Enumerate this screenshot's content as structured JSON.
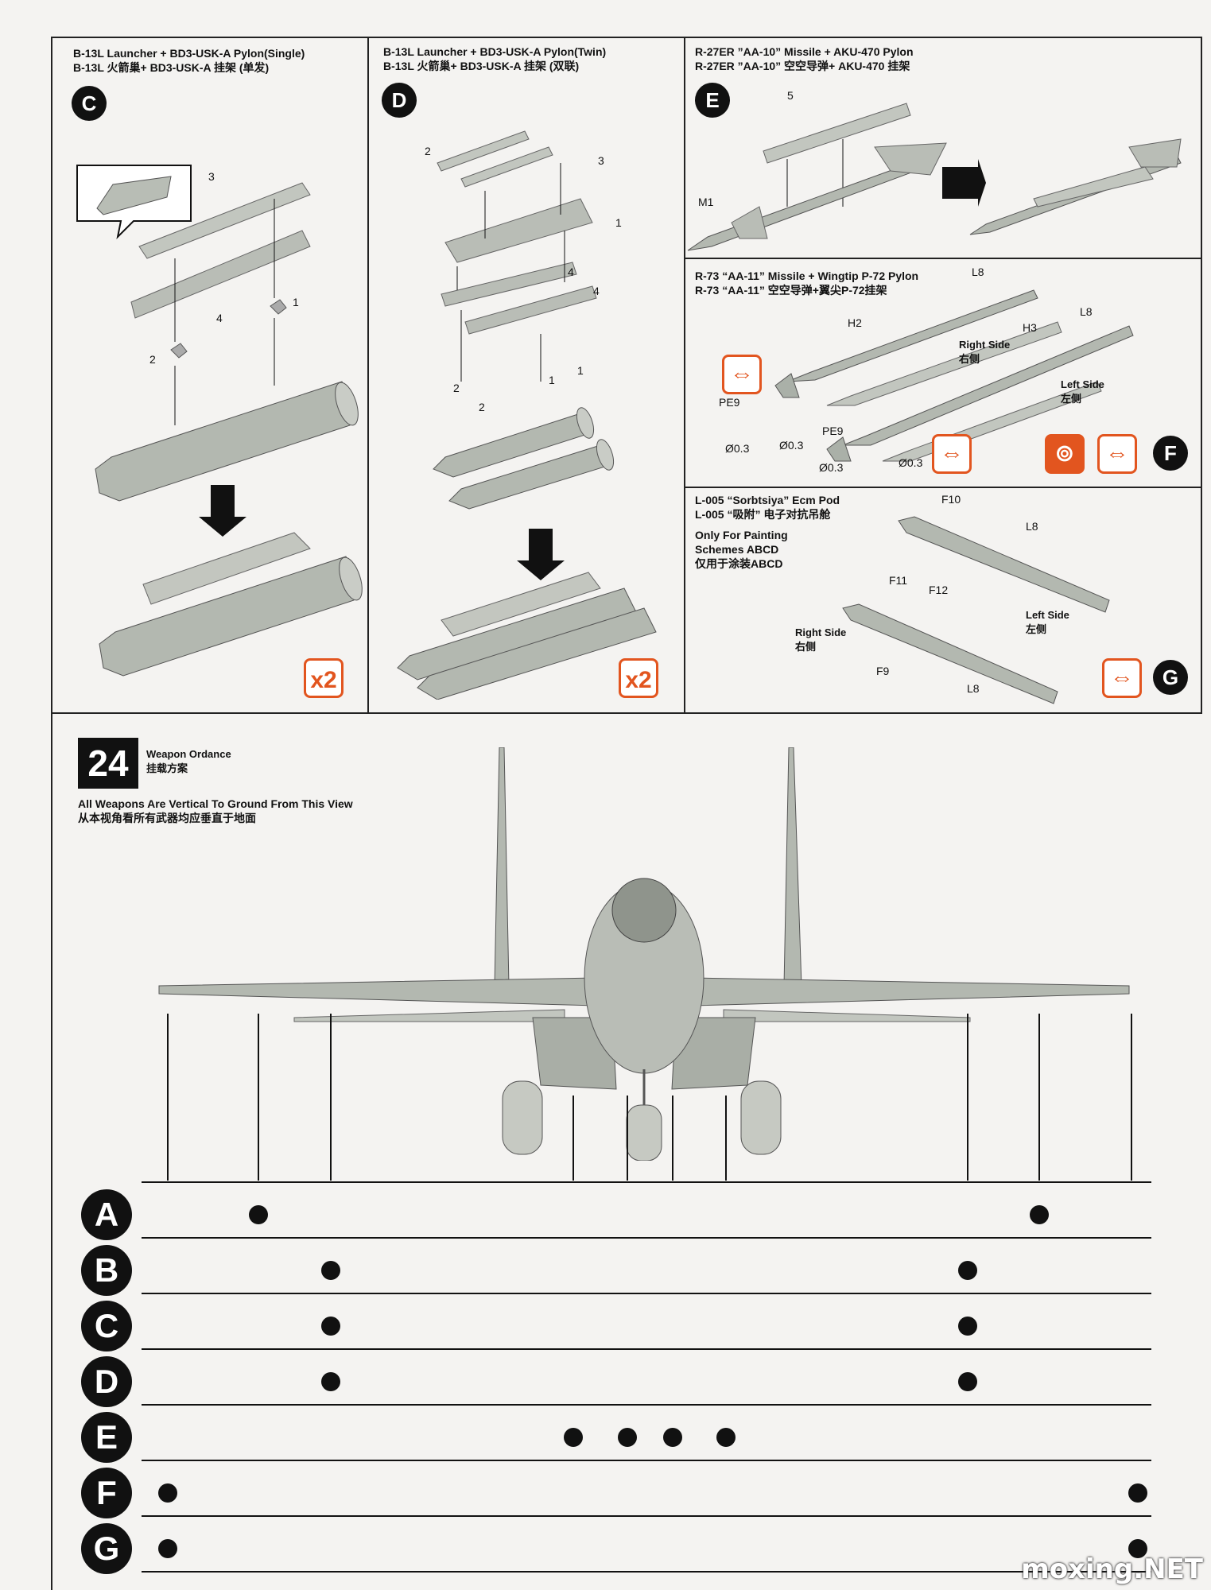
{
  "panels": {
    "c": {
      "title_en": "B-13L Launcher + BD3-USK-A Pylon(Single)",
      "title_cn": "B-13L 火箭巢+ BD3-USK-A 挂架 (单发)",
      "step": "C",
      "multiplier": "2",
      "callouts": [
        "3",
        "4",
        "1",
        "2"
      ]
    },
    "d": {
      "title_en": "B-13L Launcher + BD3-USK-A Pylon(Twin)",
      "title_cn": "B-13L 火箭巢+ BD3-USK-A 挂架 (双联)",
      "step": "D",
      "multiplier": "2",
      "callouts": [
        "2",
        "3",
        "1",
        "4",
        "4",
        "2",
        "1",
        "2",
        "1"
      ]
    },
    "e": {
      "title_en": "R-27ER ”AA-10” Missile + AKU-470 Pylon",
      "title_cn": "R-27ER ”AA-10” 空空导弹+ AKU-470 挂架",
      "step": "E",
      "callouts": [
        "5",
        "M1"
      ]
    },
    "f": {
      "title_en": "R-73 “AA-11” Missile + Wingtip P-72 Pylon",
      "title_cn": "R-73 “AA-11” 空空导弹+翼尖P-72挂架",
      "step": "F",
      "callouts": [
        "L8",
        "H2",
        "H3",
        "L8",
        "PE9",
        "PE9",
        "Ø0.3",
        "Ø0.3",
        "Ø0.3",
        "Ø0.3"
      ],
      "right_side": [
        "Right Side",
        "右侧"
      ],
      "left_side": [
        "Left Side",
        "左侧"
      ]
    },
    "g": {
      "title_en": "L-005 “Sorbtsiya” Ecm Pod",
      "title_cn": "L-005 “吸附” 电子对抗吊舱",
      "note_lines": [
        "Only For Painting",
        "Schemes ABCD",
        "仅用于涂装ABCD"
      ],
      "step": "G",
      "callouts": [
        "F10",
        "L8",
        "F11",
        "F12",
        "F9",
        "L8"
      ],
      "right_side": [
        "Right Side",
        "右侧"
      ],
      "left_side": [
        "Left Side",
        "左侧"
      ]
    }
  },
  "ordnance": {
    "step_number": "24",
    "title_en": "Weapon Ordance",
    "title_cn": "挂载方案",
    "note_en": "All Weapons Are Vertical To Ground From This View",
    "note_cn": "从本视角看所有武器均应垂直于地面",
    "rows": [
      {
        "letter": "A",
        "stations": [
          2,
          9
        ]
      },
      {
        "letter": "B",
        "stations": [
          3,
          8
        ]
      },
      {
        "letter": "C",
        "stations": [
          3,
          8
        ]
      },
      {
        "letter": "D",
        "stations": [
          3,
          8
        ]
      },
      {
        "letter": "E",
        "stations": [
          4,
          5,
          6,
          7
        ]
      },
      {
        "letter": "F",
        "stations": [
          1,
          10
        ]
      },
      {
        "letter": "G",
        "stations": [
          1,
          10
        ]
      }
    ]
  },
  "watermark": "moxing.NET"
}
